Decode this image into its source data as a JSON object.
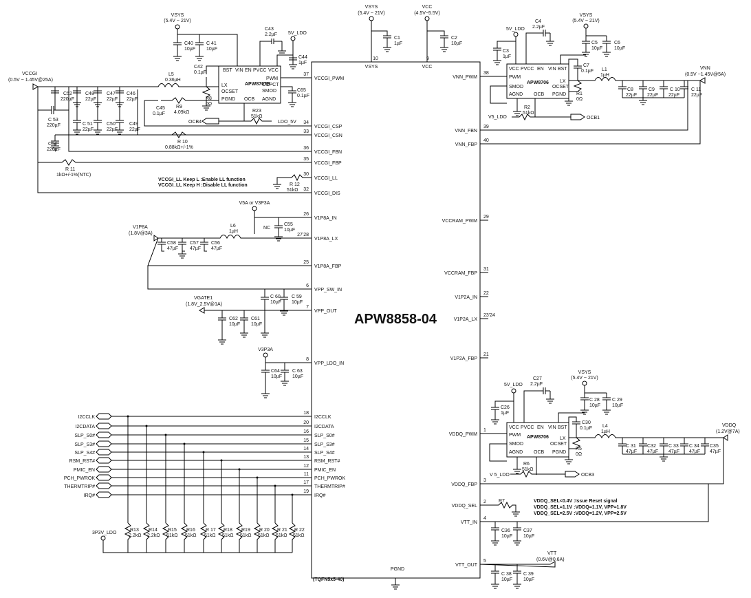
{
  "chip": {
    "name": "APW8858-04",
    "package": "(TQFN5x5-40)",
    "left_pins": [
      {
        "num": "37",
        "name": "VCCGI_PWM"
      },
      {
        "num": "34",
        "name": "VCCGI_CSP"
      },
      {
        "num": "33",
        "name": "VCCGI_CSN"
      },
      {
        "num": "36",
        "name": "VCCGI_FBN"
      },
      {
        "num": "35",
        "name": "VCCGI_FBP"
      },
      {
        "num": "30",
        "name": "VCCGI_LL"
      },
      {
        "num": "32",
        "name": "VCCGI_DIS"
      },
      {
        "num": "26",
        "name": "V1P8A_IN"
      },
      {
        "num": "27'28",
        "name": "V1P8A_LX"
      },
      {
        "num": "25",
        "name": "V1P8A_FBP"
      },
      {
        "num": "6",
        "name": "VPP_SW_IN"
      },
      {
        "num": "7",
        "name": "VPP_OUT"
      },
      {
        "num": "8",
        "name": "VPP_LDO_IN"
      },
      {
        "num": "18",
        "name": "I2CCLK"
      },
      {
        "num": "20",
        "name": "I2CDATA"
      },
      {
        "num": "16",
        "name": "SLP_S0#"
      },
      {
        "num": "15",
        "name": "SLP_S3#"
      },
      {
        "num": "14",
        "name": "SLP_S4#"
      },
      {
        "num": "13",
        "name": "RSM_RST#"
      },
      {
        "num": "12",
        "name": "PMIC_EN"
      },
      {
        "num": "11",
        "name": "PCH_PWROK"
      },
      {
        "num": "17",
        "name": "THERMTRIP#"
      },
      {
        "num": "19",
        "name": "IRQ#"
      }
    ],
    "right_pins": [
      {
        "num": "38",
        "name": "VNN_PWM"
      },
      {
        "num": "39",
        "name": "VNN_FBN"
      },
      {
        "num": "40",
        "name": "VNN_FBP"
      },
      {
        "num": "29",
        "name": "VCCRAM_PWM"
      },
      {
        "num": "31",
        "name": "VCCRAM_FBP"
      },
      {
        "num": "22",
        "name": "V1P2A_IN"
      },
      {
        "num": "23'24",
        "name": "V1P2A_LX"
      },
      {
        "num": "21",
        "name": "V1P2A_FBP"
      },
      {
        "num": "1",
        "name": "VDDQ_PWM"
      },
      {
        "num": "3",
        "name": "VDDQ_FBP"
      },
      {
        "num": "2",
        "name": "VDDQ_SEL"
      },
      {
        "num": "4",
        "name": "VTT_IN"
      },
      {
        "num": "5",
        "name": "VTT_OUT"
      }
    ],
    "top_pins": [
      {
        "num": "10",
        "name": "VSYS"
      },
      {
        "num": "9",
        "name": "VCC"
      }
    ],
    "bottom_pin": "PGND"
  },
  "rails": {
    "vsys_top": [
      "VSYS",
      "(5.4V ~ 21V)"
    ],
    "vcc_top": [
      "VCC",
      "(4.5V~5.5V)"
    ],
    "vsys_left": [
      "VSYS",
      "(5.4V ~ 21V)"
    ],
    "vsys_vnn": [
      "VSYS",
      "(5.4V ~ 21V)"
    ],
    "vsys_vddq": [
      "VSYS",
      "(5.4V ~ 21V)"
    ],
    "vccgi_out": [
      "VCCGI",
      "(0.5V ~ 1.45V@25A)"
    ],
    "vnn_out": [
      "VNN",
      "(0.5V ~1.45V@5A)"
    ],
    "v1p8a_out": [
      "V1P8A",
      "(1.8V@3A)"
    ],
    "vgate1_out": [
      "VGATE1",
      "(1.8V_2.5V@1A)"
    ],
    "vddq_out": [
      "VDDQ",
      "(1.2V@7A)"
    ],
    "vtt_out": [
      "VTT",
      "(0.6V@0.6A)"
    ],
    "v5_ldo_1": "5V_LDO",
    "v5_ldo_2": "5V_LDO",
    "v5_ldo_3": "5V_LDO",
    "v5_ldo_b": "V5_LDO",
    "v5_ldo_c": "V 5_LDO",
    "ldo_5v": "LDO_5V",
    "v5a_v3p3a": "V5A or V3P3A",
    "v3p3a": "V3P3A",
    "pullup": "3P3V_LDO",
    "ocb4": "OCB4",
    "ocb1": "OCB1",
    "ocb3": "OCB3"
  },
  "controllers": {
    "u1": {
      "name": "APW8707B",
      "pins": [
        "BST",
        "VIN",
        "EN",
        "PVCC",
        "VCC",
        "LX",
        "PWM",
        "OCSET",
        "OCPCT",
        "SMOD",
        "PGND",
        "OCB",
        "AGND"
      ]
    },
    "u2": {
      "name": "APW8706",
      "pins": [
        "VCC",
        "PVCC",
        "EN",
        "VIN",
        "BST",
        "PWM",
        "SMOD",
        "LX",
        "OCSET",
        "AGND",
        "OCB",
        "PGND"
      ]
    },
    "u3": {
      "name": "APW8706",
      "pins": [
        "VCC",
        "PVCC",
        "EN",
        "VIN",
        "BST",
        "PWM",
        "SMOD",
        "LX",
        "OCSET",
        "AGND",
        "OCB",
        "PGND"
      ]
    }
  },
  "components": {
    "c40": [
      "C40",
      "10µF"
    ],
    "c41": [
      "C 41",
      "10µF"
    ],
    "c43": [
      "C43",
      "2.2µF"
    ],
    "c44": [
      "C44",
      "1µF"
    ],
    "c42": [
      "C42",
      "0.1µF"
    ],
    "l5": [
      "L5",
      "0.36µH"
    ],
    "r8": [
      "R8",
      "0Ω"
    ],
    "c65": [
      "C65",
      "0.1µF"
    ],
    "r9": [
      "R9",
      "4.09kΩ"
    ],
    "c45": [
      "C45",
      "0.1µF"
    ],
    "r23": [
      "R23",
      "51kΩ"
    ],
    "r10": [
      "R 10",
      "0.88kΩ+/-1%"
    ],
    "r11": [
      "R 11",
      "1kΩ+/-1%(NTC)"
    ],
    "r12": [
      "R 12",
      "51kΩ"
    ],
    "c52": [
      "C52",
      "220µF"
    ],
    "c48": [
      "C48",
      "22µF"
    ],
    "c47": [
      "C47",
      "22µF"
    ],
    "c46": [
      "C46",
      "22µF"
    ],
    "c53": [
      "C 53",
      "220µF"
    ],
    "c51": [
      "C 51",
      "22µF"
    ],
    "c50": [
      "C50",
      "22µF"
    ],
    "c49": [
      "C49",
      "22µF"
    ],
    "c54": [
      "C54",
      "220µF"
    ],
    "c1": [
      "C1",
      "1µF"
    ],
    "c2": [
      "C2",
      "10µF"
    ],
    "c4": [
      "C4",
      "2.2µF"
    ],
    "c3": [
      "C3",
      "1µF"
    ],
    "c5": [
      "C5",
      "10µF"
    ],
    "c6": [
      "C6",
      "10µF"
    ],
    "c7": [
      "C7",
      "0.1µF"
    ],
    "l1": [
      "L1",
      "1µH"
    ],
    "r1": [
      "R1",
      "0Ω"
    ],
    "r2": [
      "R2",
      "51kΩ"
    ],
    "c8": [
      "C8",
      "22µF"
    ],
    "c9": [
      "C9",
      "22µF"
    ],
    "c10": [
      "C 10",
      "22µF"
    ],
    "c11": [
      "C 11",
      "22µF"
    ],
    "c55": [
      "C55",
      "10µF"
    ],
    "nc": "NC",
    "l6": [
      "L6",
      "1µH"
    ],
    "c58": [
      "C58",
      "47µF"
    ],
    "c57": [
      "C57",
      "47µF"
    ],
    "c56": [
      "C56",
      "47µF"
    ],
    "c60": [
      "C 60",
      "10µF"
    ],
    "c59": [
      "C 59",
      "10µF"
    ],
    "c62": [
      "C62",
      "10µF"
    ],
    "c61": [
      "C61",
      "10µF"
    ],
    "c64": [
      "C64",
      "10µF"
    ],
    "c63": [
      "C 63",
      "10µF"
    ],
    "c27": [
      "C27",
      "2.2µF"
    ],
    "c26": [
      "C26",
      "1µF"
    ],
    "c28": [
      "C 28",
      "10µF"
    ],
    "c29": [
      "C 29",
      "10µF"
    ],
    "c30": [
      "C30",
      "0.1µF"
    ],
    "l4": [
      "L4",
      "1µH"
    ],
    "r5": [
      "R5",
      "0Ω"
    ],
    "r6": [
      "R6",
      "51kΩ"
    ],
    "c31": [
      "C 31",
      "47µF"
    ],
    "c32": [
      "C32",
      "47µF"
    ],
    "c33": [
      "C 33",
      "47µF"
    ],
    "c34": [
      "C 34",
      "47µF"
    ],
    "c35": [
      "C35",
      "47µF"
    ],
    "r7": "R7",
    "c36": [
      "C36",
      "10µF"
    ],
    "c37": [
      "C37",
      "10µF"
    ],
    "c38": [
      "C 38",
      "10µF"
    ],
    "c39": [
      "C 39",
      "10µF"
    ]
  },
  "pullups": [
    [
      "R13",
      "2.2kΩ"
    ],
    [
      "R14",
      "2.2kΩ"
    ],
    [
      "R15",
      "51kΩ"
    ],
    [
      "R16",
      "51kΩ"
    ],
    [
      "R 17",
      "51kΩ"
    ],
    [
      "R18",
      "51kΩ"
    ],
    [
      "R19",
      "51kΩ"
    ],
    [
      "R 20",
      "51kΩ"
    ],
    [
      "R 21",
      "51kΩ"
    ],
    [
      "R 22",
      "51kΩ"
    ]
  ],
  "notes": {
    "ll1": "VCCGI_LL Keep L :Enable LL function",
    "ll2": "VCCGI_LL Keep H :Disable LL function",
    "sel1": "VDDQ_SEL<0.4V :Issue Reset signal",
    "sel2": "VDDQ_SEL=1.1V :VDDQ=1.1V, VPP=1.8V",
    "sel3": "VDDQ_SEL=2.5V :VDDQ=1.2V, VPP=2.5V"
  }
}
